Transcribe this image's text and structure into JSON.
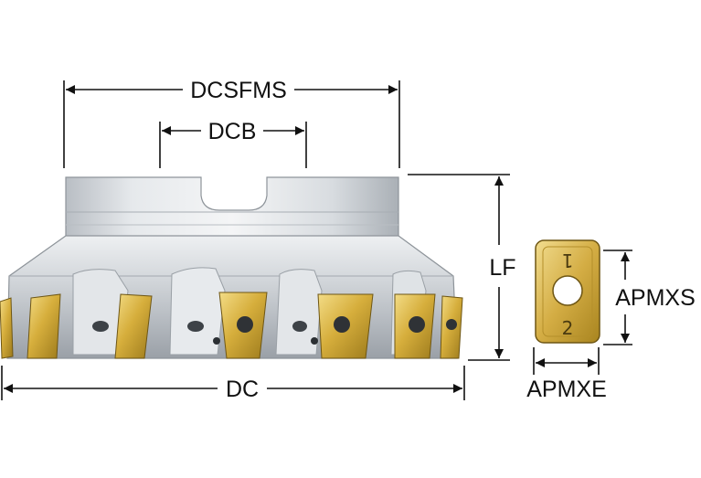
{
  "figure": {
    "labels": {
      "dcsfms": "DCSFMS",
      "dcb": "DCB",
      "lf": "LF",
      "dc": "DC",
      "apmxs": "APMXS",
      "apmxe": "APMXE"
    },
    "insert_marks": {
      "top": "1",
      "bottom": "2"
    },
    "colors": {
      "body_steel": "#c9cdd2",
      "insert_gold": "#c9a22e",
      "dimension_line": "#111111"
    }
  }
}
